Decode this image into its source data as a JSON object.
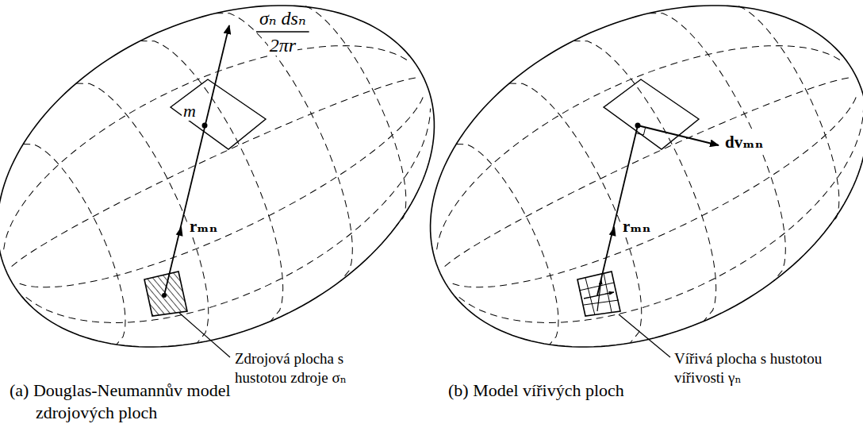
{
  "diagram": {
    "labels": [
      "σₙ dsₙ",
      "2πr",
      "m",
      "rₘₙ",
      "Zdrojová plocha s hustotou zdroje σₙ",
      "(a) Douglas-Neumannův model zdrojových ploch",
      "dvₘₙ",
      "rₘₙ",
      "Vířivá plocha s hustotou vířivosti γₙ",
      "(b) Model vířivých ploch"
    ]
  }
}
